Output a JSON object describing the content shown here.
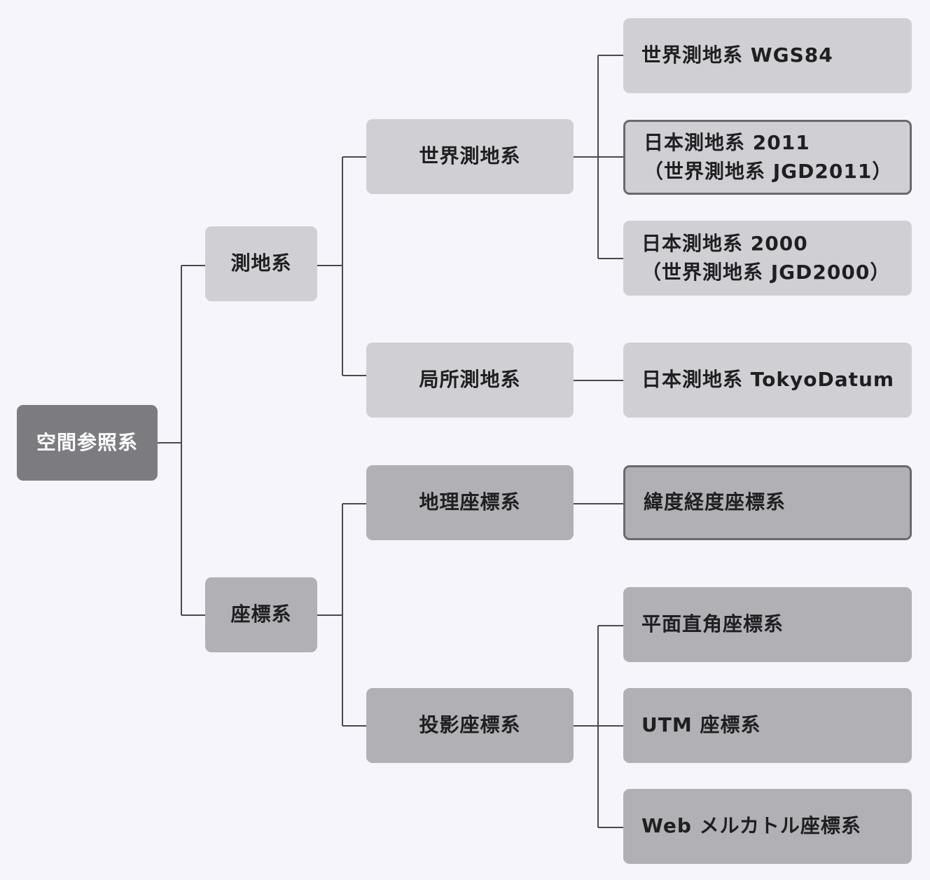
{
  "diagram": {
    "root": {
      "label": "空間参照系"
    },
    "geodetic": {
      "label": "測地系",
      "world": {
        "label": "世界測地系",
        "items": [
          {
            "line1": "世界測地系 WGS84",
            "line2": ""
          },
          {
            "line1": "日本測地系 2011",
            "line2": "（世界測地系 JGD2011）"
          },
          {
            "line1": "日本測地系 2000",
            "line2": "（世界測地系 JGD2000）"
          }
        ]
      },
      "local": {
        "label": "局所測地系",
        "items": [
          {
            "line1": "日本測地系 TokyoDatum",
            "line2": ""
          }
        ]
      }
    },
    "coordinate": {
      "label": "座標系",
      "geographic": {
        "label": "地理座標系",
        "items": [
          {
            "line1": "緯度経度座標系",
            "line2": ""
          }
        ]
      },
      "projected": {
        "label": "投影座標系",
        "items": [
          {
            "line1": "平面直角座標系",
            "line2": ""
          },
          {
            "line1": "UTM 座標系",
            "line2": ""
          },
          {
            "line1": "Web メルカトル座標系",
            "line2": ""
          }
        ]
      }
    },
    "colors": {
      "background": "#f5f5fb",
      "root_fill": "#7c7b80",
      "geodetic_fill": "#d0d0d4",
      "coordinate_fill": "#b1b1b5",
      "highlight_border": "#69696e",
      "connector": "#4a4a4e"
    }
  }
}
